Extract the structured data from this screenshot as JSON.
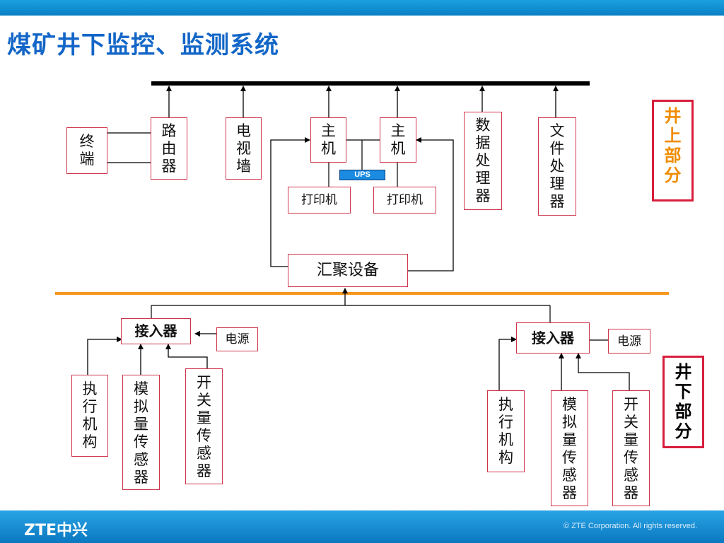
{
  "title": "煤矿井下监控、监测系统",
  "footer": {
    "logo": "ZTE中兴",
    "copyright": "© ZTE Corporation. All rights reserved."
  },
  "above": {
    "section_label": "井上部分",
    "terminal": "终端",
    "router": "路由器",
    "video_wall": "电视墙",
    "host_1": "主机",
    "host_2": "主机",
    "ups": "UPS",
    "printer_1": "打印机",
    "printer_2": "打印机",
    "data_processor": "数据处理器",
    "file_processor": "文件处理器",
    "aggregator": "汇聚设备"
  },
  "below": {
    "section_label": "井下部分",
    "left": {
      "access": "接入器",
      "power": "电源",
      "actuator": "执行机构",
      "analog_sensor": "模拟量传感器",
      "switch_sensor": "开关量传感器"
    },
    "right": {
      "access": "接入器",
      "power": "电源",
      "actuator": "执行机构",
      "analog_sensor": "模拟量传感器",
      "switch_sensor": "开关量传感器"
    }
  },
  "colors": {
    "title": "#1366c8",
    "box_border": "#d0344a",
    "above_label": "#f08c00",
    "below_label": "#000000",
    "divider": "#f5961e",
    "bus": "#000000",
    "ups": "#1a8be0"
  }
}
